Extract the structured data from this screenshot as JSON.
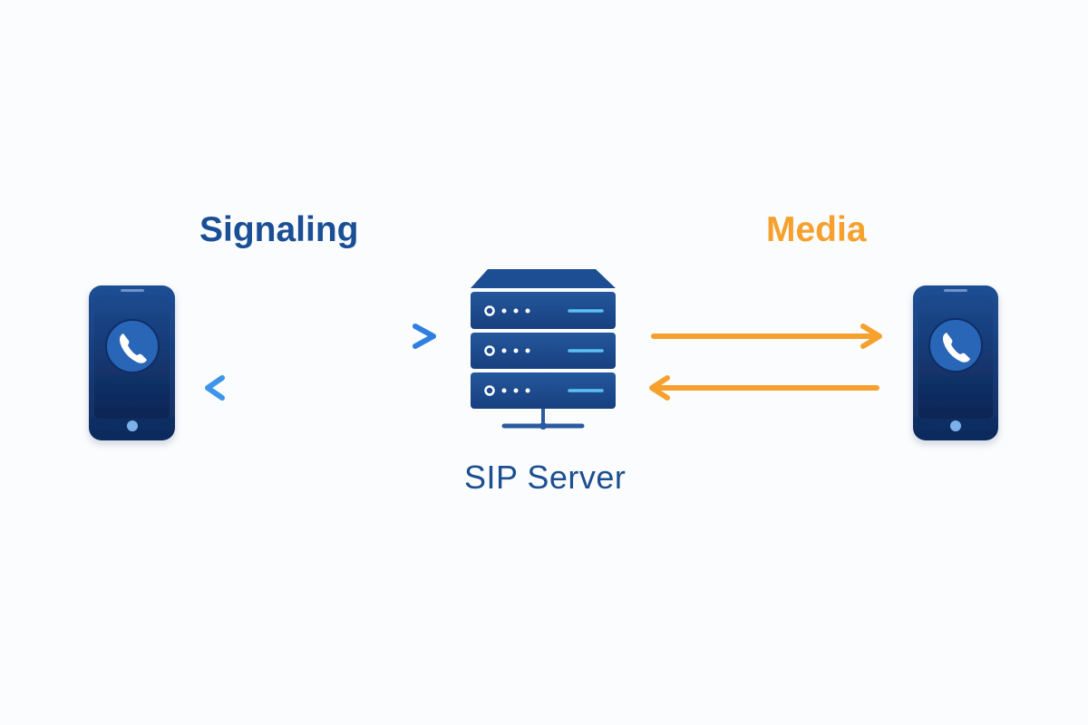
{
  "labels": {
    "signaling": "Signaling",
    "media": "Media",
    "server": "SIP Server"
  },
  "nodes": {
    "left_phone": "phone-icon",
    "server": "server-icon",
    "right_phone": "phone-icon"
  },
  "colors": {
    "background": "#fbfcfd",
    "signaling_text": "#1a4f96",
    "media_text": "#f6a12e",
    "server_text": "#1c4f8f",
    "signaling_arrow": "#3a93ea",
    "media_arrow": "#f5a02c",
    "device_dark": "#0f2a5c",
    "device_mid": "#1f4f95",
    "accent_light": "#5cc0f5"
  }
}
